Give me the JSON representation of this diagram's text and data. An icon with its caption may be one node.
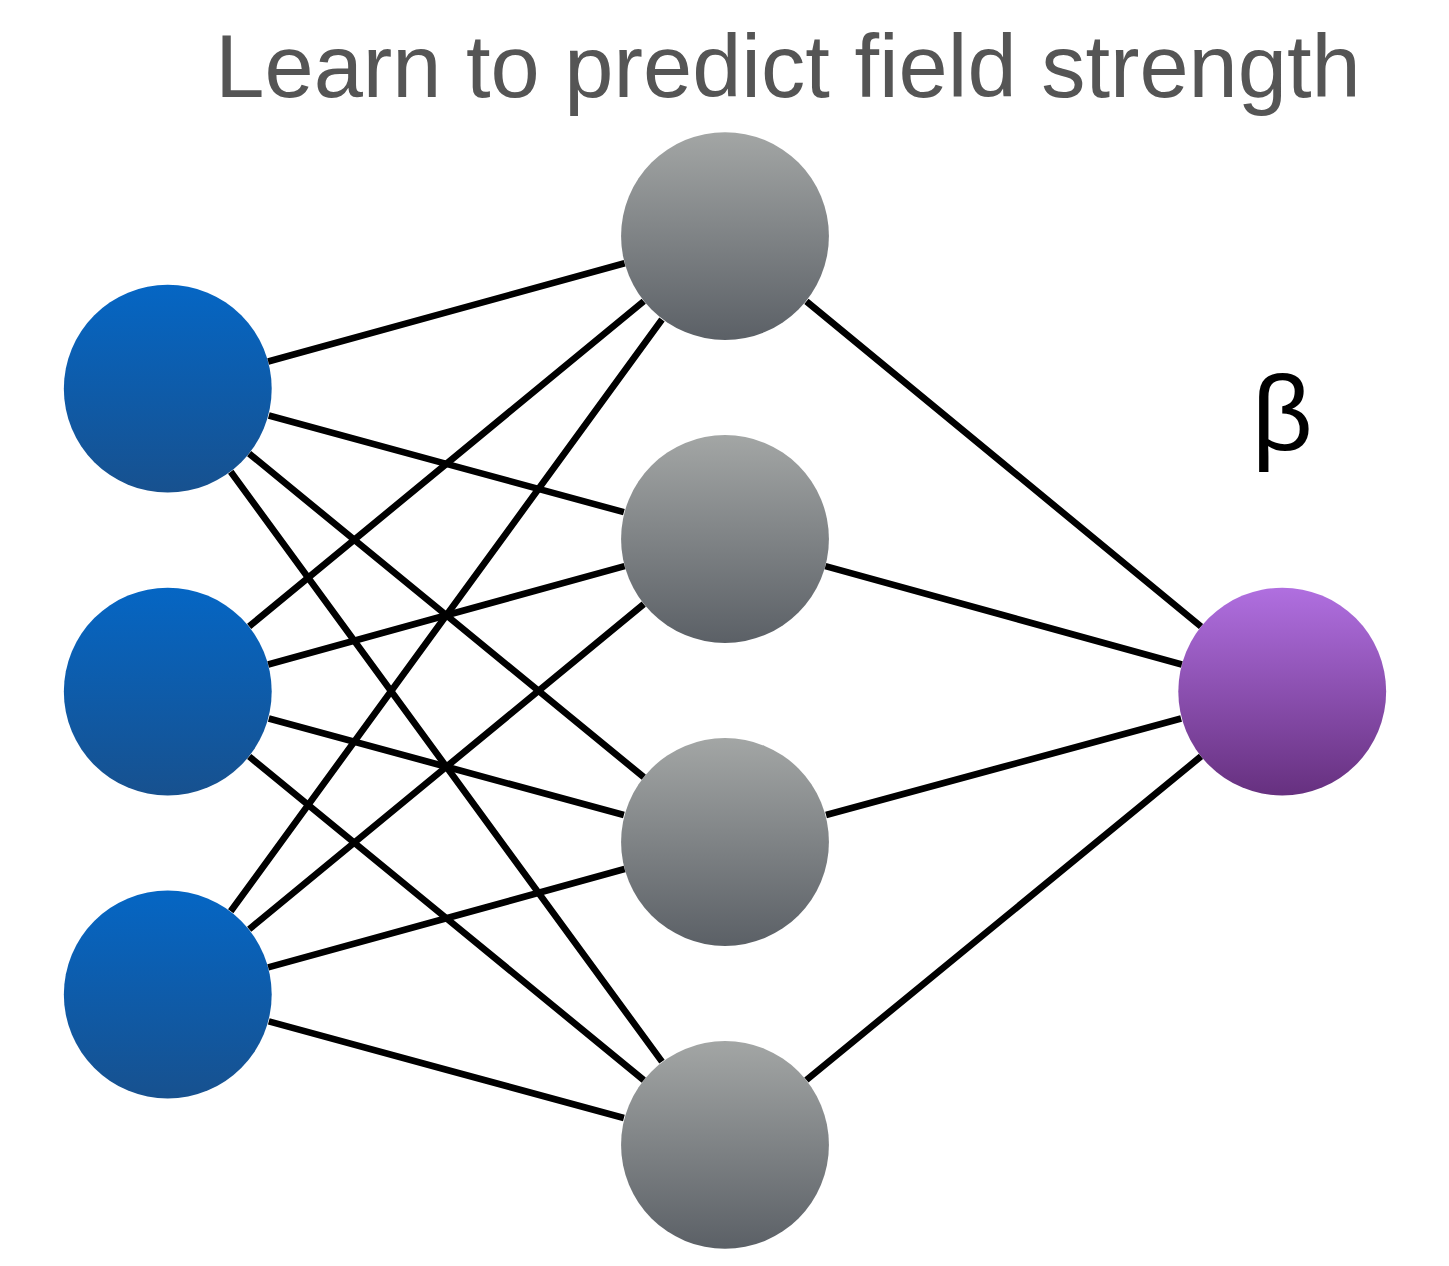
{
  "diagram": {
    "title": "Learn to predict field strength",
    "nodes": [
      {
        "text": [],
        "shape": "circle"
      },
      {
        "text": [],
        "shape": "circle"
      },
      {
        "text": [],
        "shape": "circle"
      },
      {
        "text": [],
        "shape": "circle"
      },
      {
        "text": [],
        "shape": "circle"
      },
      {
        "text": [],
        "shape": "circle"
      },
      {
        "text": [],
        "shape": "circle"
      },
      {
        "text": [],
        "shape": "circle"
      }
    ],
    "edges": [
      {
        "from": 0,
        "to": 3,
        "arrow": "none"
      },
      {
        "from": 0,
        "to": 4,
        "arrow": "none"
      },
      {
        "from": 0,
        "to": 5,
        "arrow": "none"
      },
      {
        "from": 0,
        "to": 6,
        "arrow": "none"
      },
      {
        "from": 1,
        "to": 3,
        "arrow": "none"
      },
      {
        "from": 1,
        "to": 4,
        "arrow": "none"
      },
      {
        "from": 1,
        "to": 5,
        "arrow": "none"
      },
      {
        "from": 1,
        "to": 6,
        "arrow": "none"
      },
      {
        "from": 2,
        "to": 3,
        "arrow": "none"
      },
      {
        "from": 2,
        "to": 4,
        "arrow": "none"
      },
      {
        "from": 2,
        "to": 5,
        "arrow": "none"
      },
      {
        "from": 2,
        "to": 6,
        "arrow": "none"
      },
      {
        "from": 3,
        "to": 7,
        "arrow": "none"
      },
      {
        "from": 4,
        "to": 7,
        "arrow": "none"
      },
      {
        "from": 5,
        "to": 7,
        "arrow": "none"
      },
      {
        "from": 6,
        "to": 7,
        "arrow": "none"
      }
    ],
    "labels": [
      "β"
    ]
  }
}
